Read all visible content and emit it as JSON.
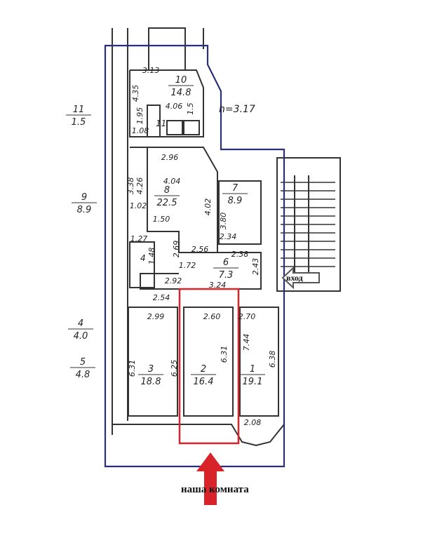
{
  "rooms": [
    {
      "number": "10",
      "area": "14.8"
    },
    {
      "number": "8",
      "area": "22.5"
    },
    {
      "number": "7",
      "area": "8.9"
    },
    {
      "number": "6",
      "area": "7.3"
    },
    {
      "number": "3",
      "area": "18.8"
    },
    {
      "number": "2",
      "area": "16.4"
    },
    {
      "number": "1",
      "area": "19.1"
    }
  ],
  "side_rooms": [
    {
      "number": "11",
      "area": "1.5"
    },
    {
      "number": "9",
      "area": "8.9"
    },
    {
      "number": "4",
      "area": "4.0"
    },
    {
      "number": "5",
      "area": "4.8"
    }
  ],
  "small_labels": {
    "kitchen_niche": "11",
    "bath": "4",
    "ceiling_height": "h=3.17"
  },
  "dimensions": [
    "3.13",
    "4.35",
    "1.95",
    "1.08",
    "4.06",
    "1.5",
    "2.96",
    "3.38",
    "4.26",
    "4.04",
    "1.02",
    "1.50",
    "4.02",
    "3.80",
    "2.34",
    "1.27",
    "1.48",
    "2.69",
    "2.56",
    "2.38",
    "1.72",
    "2.43",
    "2.92",
    "3.24",
    "2.54",
    "2.99",
    "2.60",
    "2.70",
    "6.31",
    "6.25",
    "6.31",
    "7.44",
    "6.38",
    "2.08"
  ],
  "entrance_label": "вход",
  "our_room_label": "наша комната",
  "colors": {
    "outline": "#2b2f7a",
    "highlight": "#d8232a",
    "wall": "#333333"
  }
}
